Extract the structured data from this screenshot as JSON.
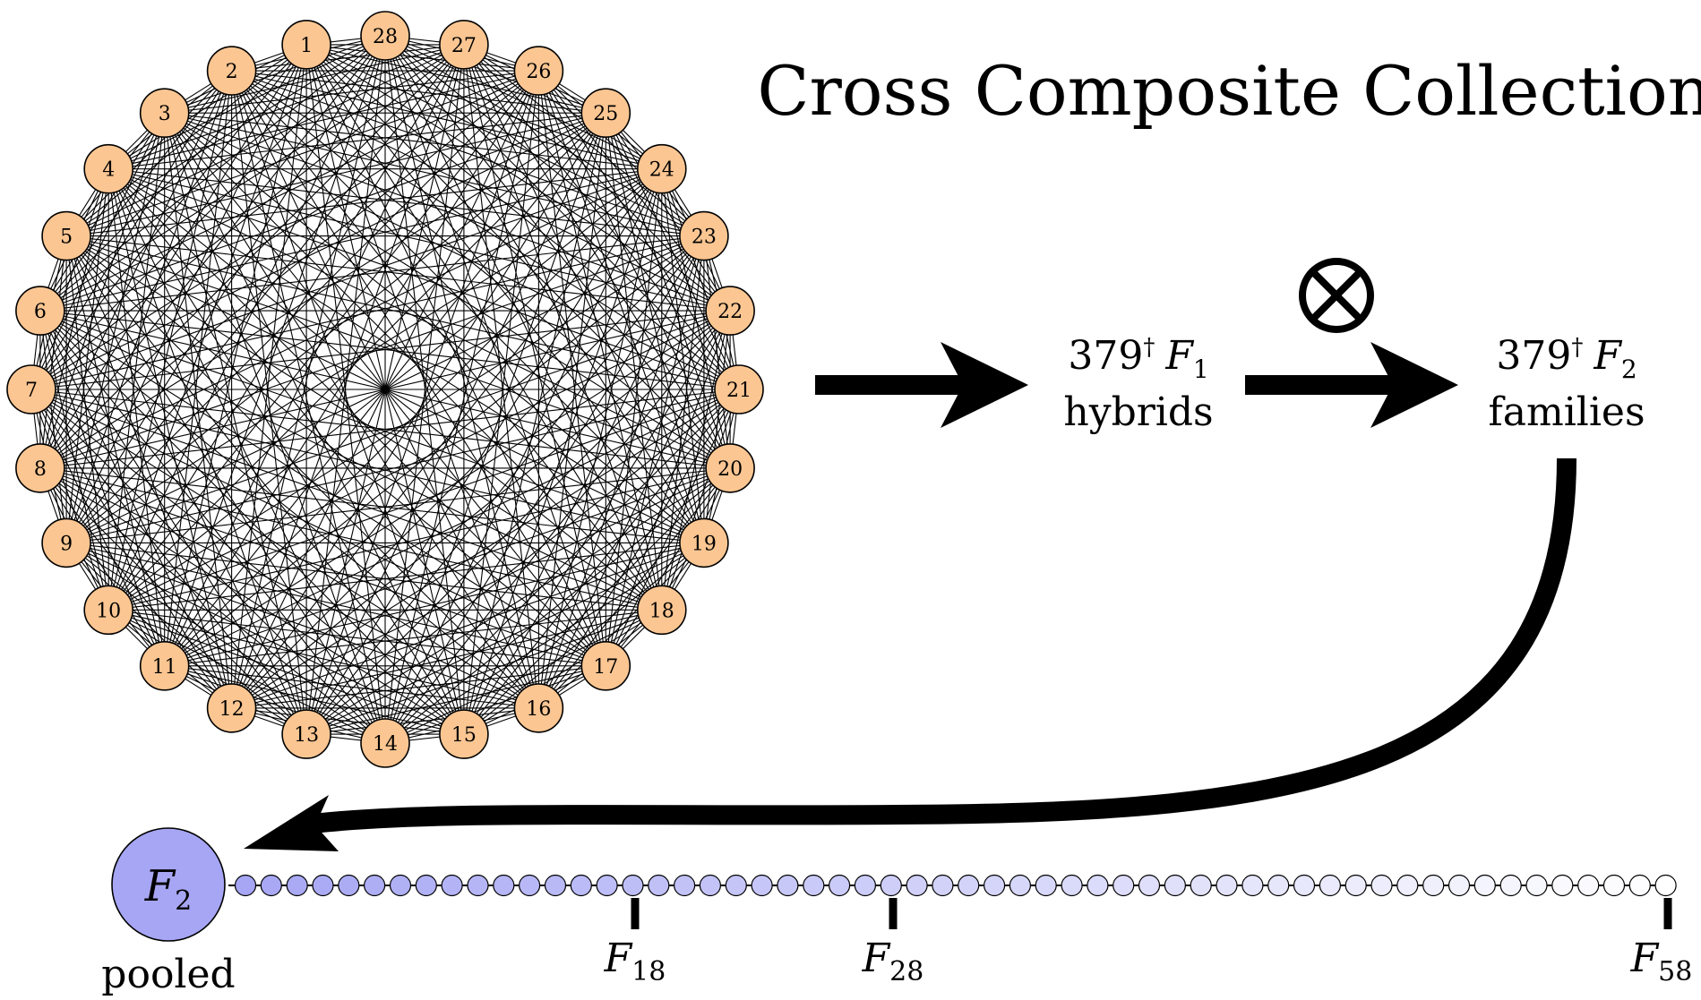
{
  "title": "Cross Composite Collection",
  "parent_count": 28,
  "parent_labels": [
    "1",
    "2",
    "3",
    "4",
    "5",
    "6",
    "7",
    "8",
    "9",
    "10",
    "11",
    "12",
    "13",
    "14",
    "15",
    "16",
    "17",
    "18",
    "19",
    "20",
    "21",
    "22",
    "23",
    "24",
    "25",
    "26",
    "27",
    "28"
  ],
  "cross_symbol": "⊗",
  "f1_box": {
    "count": "379",
    "mark": "†",
    "gen_letter": "F",
    "gen_sub": "1",
    "line2": "hybrids"
  },
  "f2_box": {
    "count": "379",
    "mark": "†",
    "gen_letter": "F",
    "gen_sub": "2",
    "line2": "families"
  },
  "pooled": {
    "letter": "F",
    "sub": "2",
    "caption": "pooled"
  },
  "generations": {
    "total_circles": 56
  },
  "markers": [
    {
      "letter": "F",
      "sub": "18"
    },
    {
      "letter": "F",
      "sub": "28"
    },
    {
      "letter": "F",
      "sub": "58"
    }
  ],
  "colors": {
    "parent_fill": "#fbc692",
    "pooled_fill": "#a6a6f4",
    "gen_start": "#a6a6f4",
    "gen_end": "#ffffff",
    "ink": "#000000"
  }
}
